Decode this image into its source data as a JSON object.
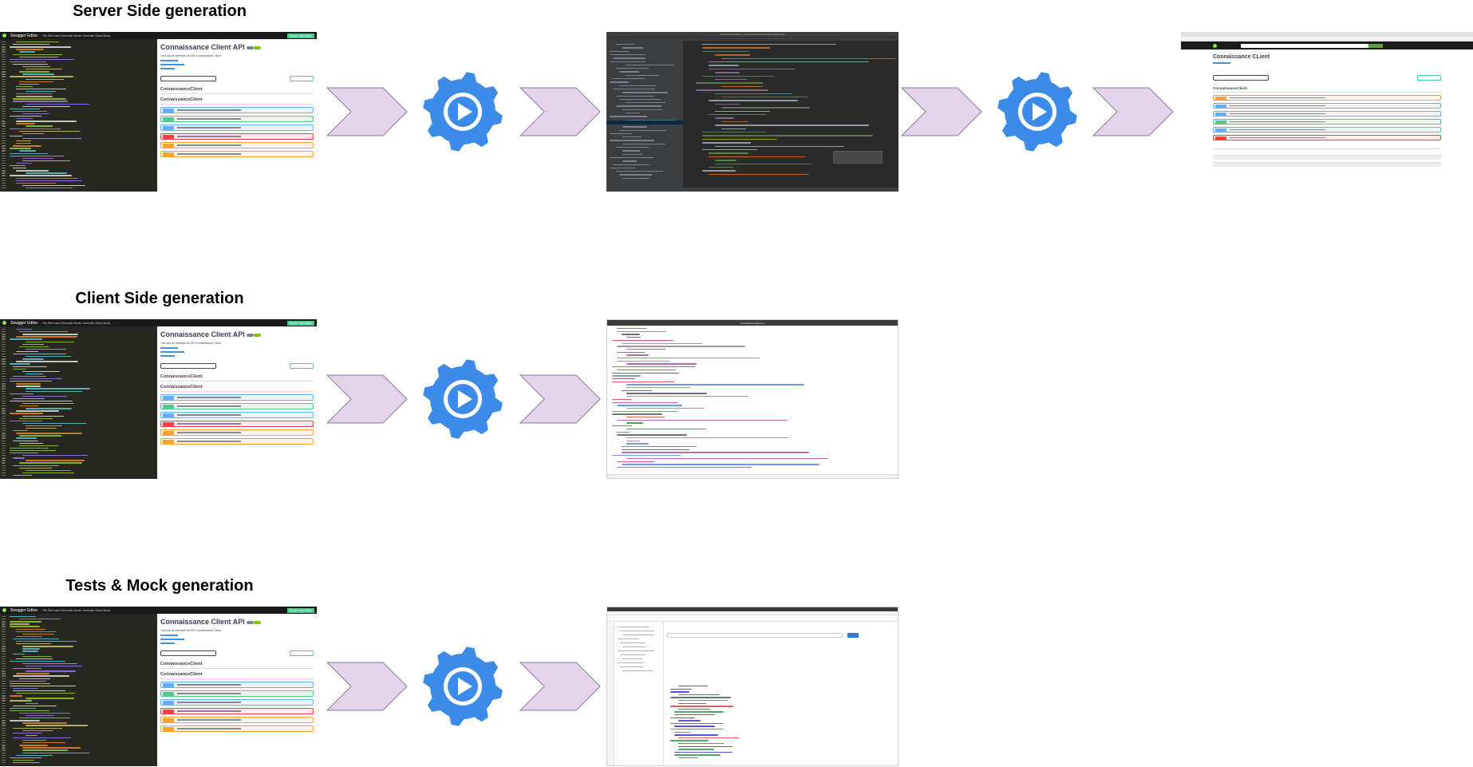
{
  "rows": [
    {
      "title": "Server Side generation",
      "spec_thumbnail": {
        "title": "Connaissance Client API",
        "tag": "ConnaissanceClient"
      },
      "steps": [
        "arrow",
        "gear",
        "arrow",
        "ide-screenshot",
        "arrow",
        "gear",
        "arrow",
        "browser-screenshot"
      ],
      "result_thumbnail": {
        "api_title": "Connaissance CLient",
        "tag": "ConnaissanceClient"
      }
    },
    {
      "title": "Client Side generation",
      "spec_thumbnail": {
        "title": "Connaissance Client API",
        "tag": "ConnaissanceClient"
      },
      "steps": [
        "arrow",
        "gear",
        "arrow",
        "editor-screenshot"
      ]
    },
    {
      "title": "Tests & Mock generation",
      "spec_thumbnail": {
        "title": "Connaissance Client API",
        "tag": "ConnaissanceClient"
      },
      "steps": [
        "arrow",
        "gear",
        "arrow",
        "postman-screenshot"
      ]
    }
  ],
  "swagger_editor": {
    "brand": "Swagger Editor.",
    "menu": "File  Edit  Insert  Generate Server  Generate Client  About",
    "generate_label": "Try our new Editor",
    "desc": "Ceci est un exemple de API Connaissance Client"
  },
  "colors": {
    "arrow_fill": "#e1d5e7",
    "arrow_stroke": "#9673a6",
    "gear": "#3d8be8",
    "get": "#61affe",
    "post": "#49cc90",
    "put": "#fca130",
    "delete": "#f93e3e"
  },
  "icons": {
    "process": "gear-play-icon",
    "flow": "chevron-arrow-icon"
  }
}
